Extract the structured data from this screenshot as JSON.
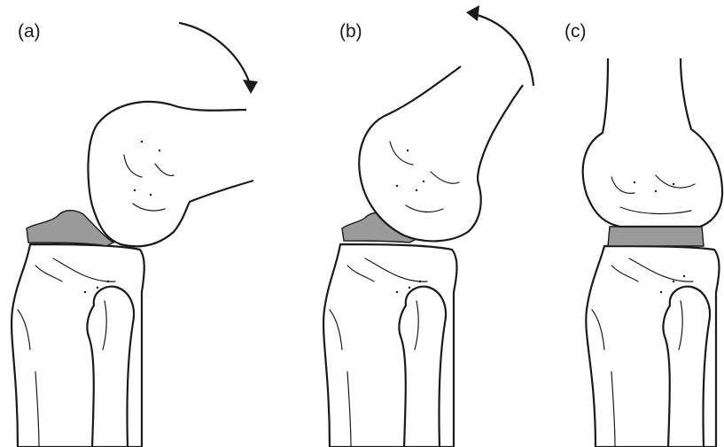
{
  "panels": [
    {
      "label": "(a)"
    },
    {
      "label": "(b)"
    },
    {
      "label": "(c)"
    }
  ],
  "colors": {
    "line": "#1a1a1a",
    "meniscus": "#9a9a9a",
    "bone": "#ffffff"
  }
}
